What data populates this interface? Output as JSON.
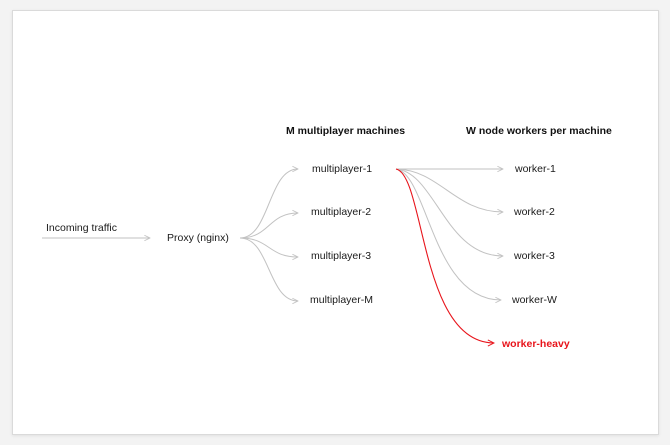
{
  "headers": {
    "machines": "M multiplayer machines",
    "workers": "W node workers per machine"
  },
  "nodes": {
    "traffic": "Incoming traffic",
    "proxy": "Proxy (nginx)",
    "multiplayer": [
      "multiplayer-1",
      "multiplayer-2",
      "multiplayer-3",
      "multiplayer-M"
    ],
    "workers": [
      "worker-1",
      "worker-2",
      "worker-3",
      "worker-W"
    ],
    "heavy_worker": "worker-heavy"
  },
  "colors": {
    "edge": "#c2c2c2",
    "highlight": "#e8141b",
    "text": "#1a1a1a"
  }
}
